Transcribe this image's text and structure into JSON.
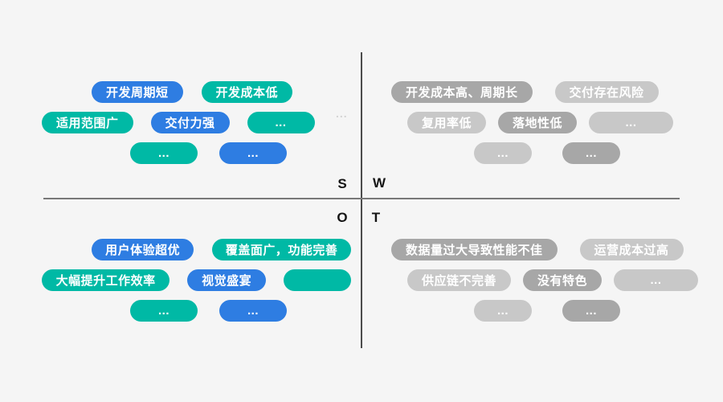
{
  "colors": {
    "blue": "#2e7de2",
    "teal": "#00b9a5",
    "dark": "#a7a7a7",
    "light": "#c8c8c8"
  },
  "axis": {
    "top_left": "S",
    "top_right": "W",
    "bottom_left": "O",
    "bottom_right": "T"
  },
  "decor": {
    "stray_dots": "..."
  },
  "quadrants": [
    {
      "id": "strengths",
      "rows": [
        [
          {
            "label": "开发周期短",
            "variant": "blue"
          },
          {
            "label": "开发成本低",
            "variant": "teal"
          }
        ],
        [
          {
            "label": "适用范围广",
            "variant": "teal"
          },
          {
            "label": "交付力强",
            "variant": "blue"
          },
          {
            "label": "...",
            "variant": "teal"
          }
        ],
        [
          {
            "label": "...",
            "variant": "teal"
          },
          {
            "label": "...",
            "variant": "blue"
          }
        ]
      ]
    },
    {
      "id": "weaknesses",
      "rows": [
        [
          {
            "label": "开发成本高、周期长",
            "variant": "dark"
          },
          {
            "label": "交付存在风险",
            "variant": "light"
          }
        ],
        [
          {
            "label": "复用率低",
            "variant": "light"
          },
          {
            "label": "落地性低",
            "variant": "dark"
          },
          {
            "label": "...",
            "variant": "light"
          }
        ],
        [
          {
            "label": "...",
            "variant": "light"
          },
          {
            "label": "...",
            "variant": "dark"
          }
        ]
      ]
    },
    {
      "id": "opportunities",
      "rows": [
        [
          {
            "label": "用户体验超优",
            "variant": "blue"
          },
          {
            "label": "覆盖面广，功能完善",
            "variant": "teal"
          }
        ],
        [
          {
            "label": "大幅提升工作效率",
            "variant": "teal"
          },
          {
            "label": "视觉盛宴",
            "variant": "blue"
          },
          {
            "label": "",
            "variant": "teal"
          }
        ],
        [
          {
            "label": "...",
            "variant": "teal"
          },
          {
            "label": "...",
            "variant": "blue"
          }
        ]
      ]
    },
    {
      "id": "threats",
      "rows": [
        [
          {
            "label": "数据量过大导致性能不佳",
            "variant": "dark"
          },
          {
            "label": "运营成本过高",
            "variant": "light"
          }
        ],
        [
          {
            "label": "供应链不完善",
            "variant": "light"
          },
          {
            "label": "没有特色",
            "variant": "dark"
          },
          {
            "label": "...",
            "variant": "light"
          }
        ],
        [
          {
            "label": "...",
            "variant": "light"
          },
          {
            "label": "...",
            "variant": "dark"
          }
        ]
      ]
    }
  ]
}
